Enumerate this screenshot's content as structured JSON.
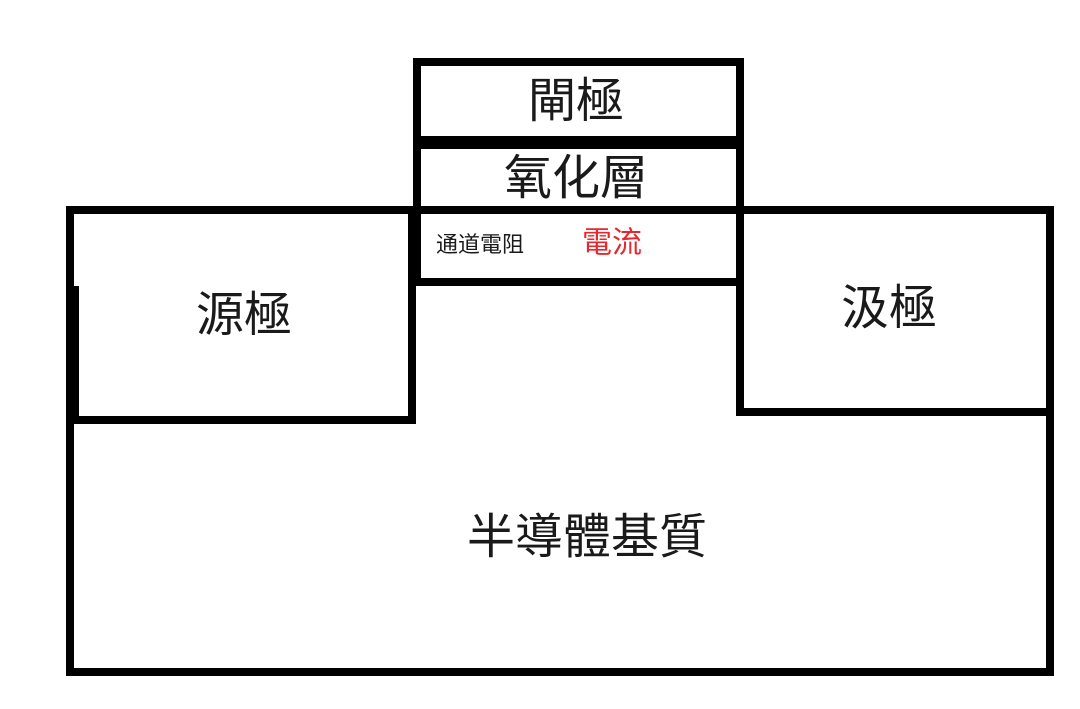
{
  "labels": {
    "gate": "閘極",
    "oxide": "氧化層",
    "channel_resistance": "通道電阻",
    "current": "電流",
    "source": "源極",
    "drain": "汲極",
    "substrate": "半導體基質"
  },
  "colors": {
    "outline": "#000000",
    "text": "#1a1a1a",
    "current": "#e8262e"
  }
}
